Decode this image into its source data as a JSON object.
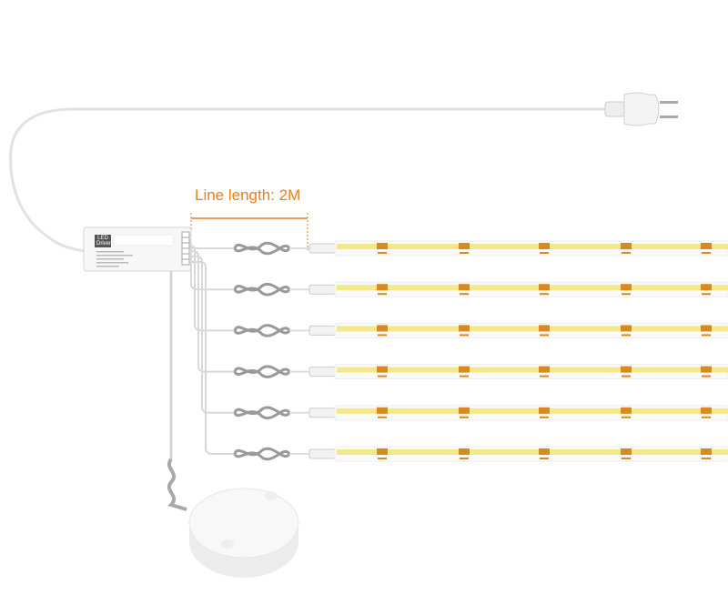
{
  "dimension": {
    "label": "Line length: 2M",
    "color": "#e67e22"
  },
  "driver": {
    "label": "LED Driver"
  },
  "strips": {
    "count": 6,
    "led_color": "#f3e88a",
    "marker_color": "#d98a1f"
  }
}
